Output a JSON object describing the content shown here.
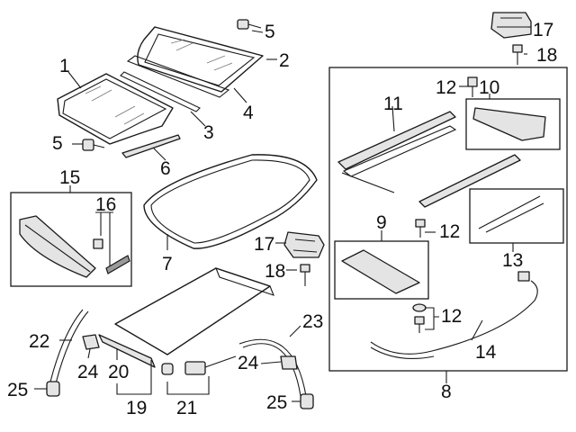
{
  "diagram": {
    "callouts": {
      "c1": "1",
      "c2": "2",
      "c3": "3",
      "c4": "4",
      "c5a": "5",
      "c5b": "5",
      "c6": "6",
      "c7": "7",
      "c8": "8",
      "c9": "9",
      "c10": "10",
      "c11": "11",
      "c12a": "12",
      "c12b": "12",
      "c12c": "12",
      "c13": "13",
      "c14": "14",
      "c15": "15",
      "c16": "16",
      "c17a": "17",
      "c17b": "17",
      "c18a": "18",
      "c18b": "18",
      "c19": "19",
      "c20": "20",
      "c21": "21",
      "c22": "22",
      "c23": "23",
      "c24a": "24",
      "c24b": "24",
      "c25a": "25",
      "c25b": "25"
    }
  }
}
